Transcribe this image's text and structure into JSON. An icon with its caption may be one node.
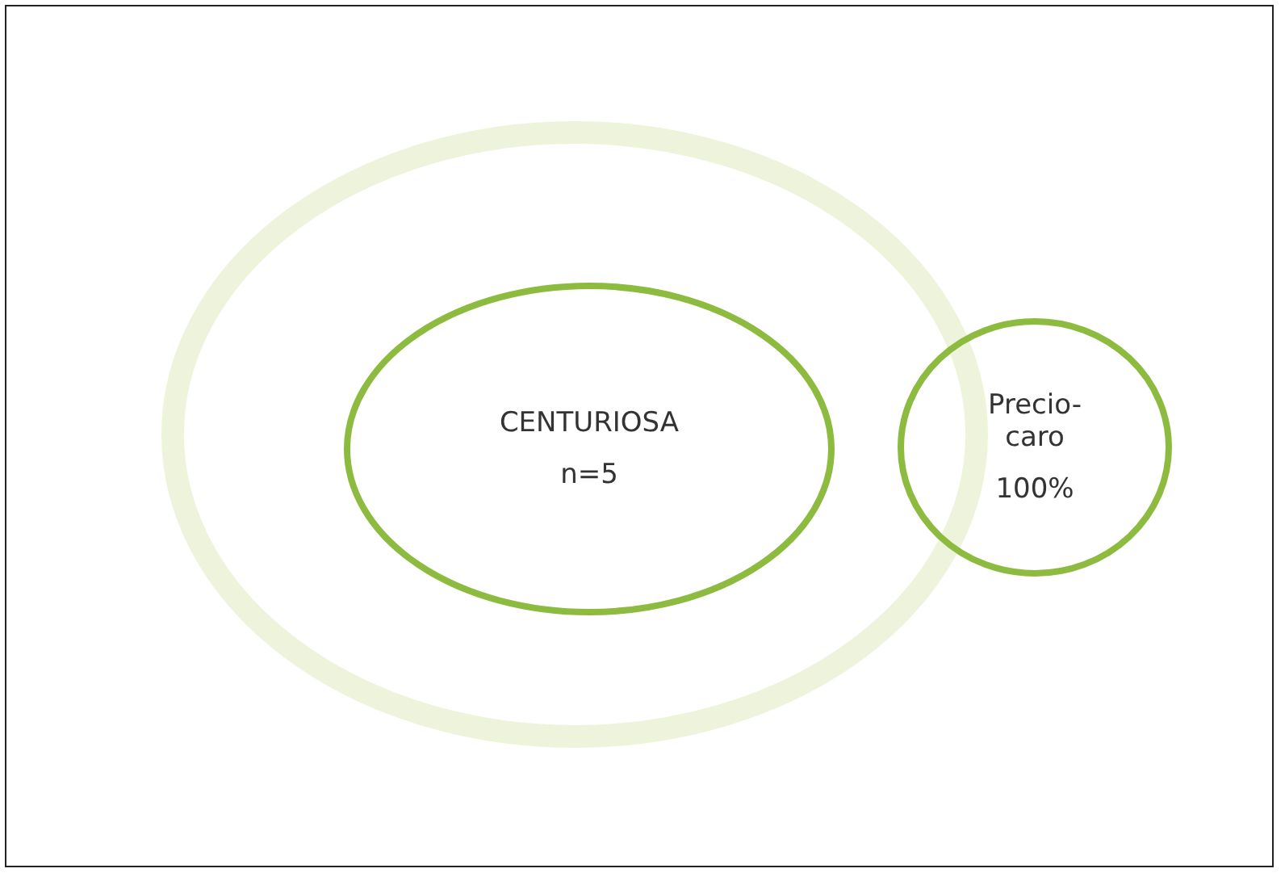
{
  "diagram": {
    "nodes": [
      {
        "text": [],
        "shape": "circle"
      },
      {
        "text": [
          "CENTURIOSA",
          "n=5"
        ],
        "in": 0
      },
      {
        "text": [
          "Precio-caro",
          "100%"
        ]
      }
    ]
  }
}
